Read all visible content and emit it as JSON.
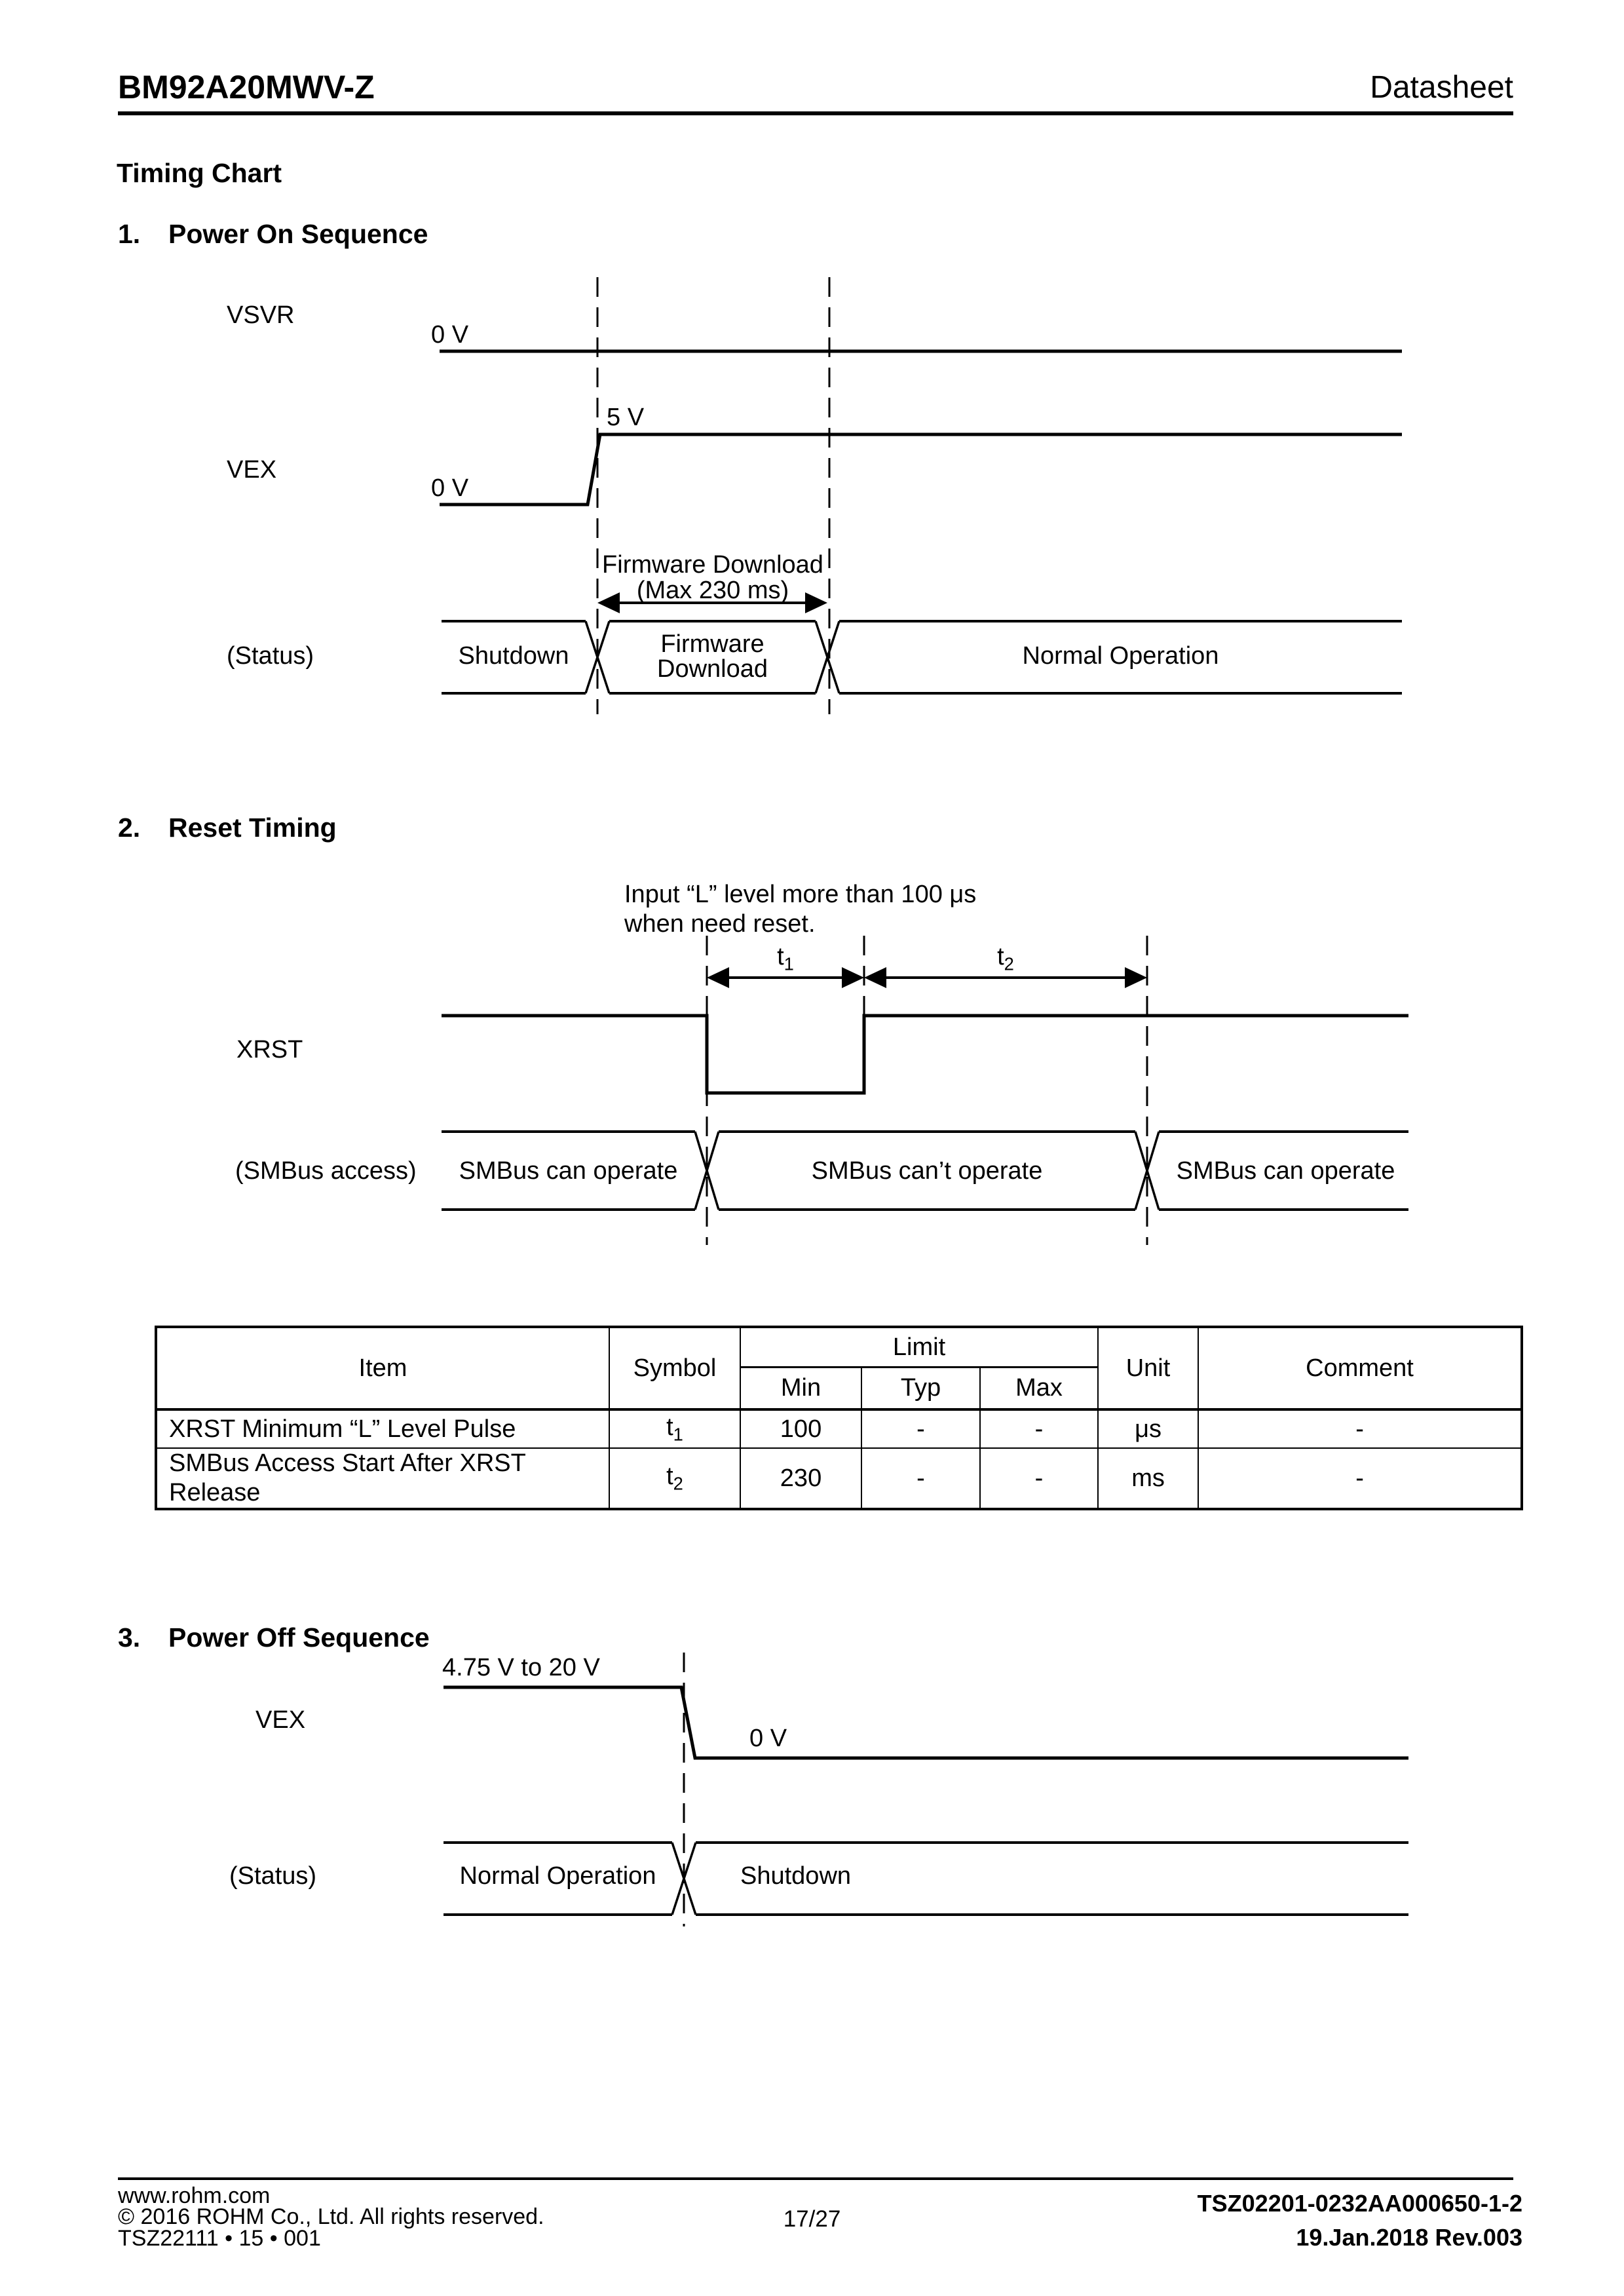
{
  "header": {
    "part_number": "BM92A20MWV-Z",
    "doc_type": "Datasheet"
  },
  "page_title": "Timing Chart",
  "power_on": {
    "section_number": "1.",
    "section_title": "Power On Sequence",
    "vsvr_label": "VSVR",
    "vsvr_level": "0 V",
    "vex_label": "VEX",
    "vex_high_level": "5 V",
    "vex_low_level": "0 V",
    "annotation_line1": "Firmware Download",
    "annotation_line2": "(Max 230 ms)",
    "status_label": "(Status)",
    "phase_shutdown": "Shutdown",
    "phase_fw_line1": "Firmware",
    "phase_fw_line2": "Download",
    "phase_normal": "Normal Operation"
  },
  "reset": {
    "section_number": "2.",
    "section_title": "Reset Timing",
    "note_line1": "Input “L” level more than 100 μs",
    "note_line2": "when need reset.",
    "t1_base": "t",
    "t1_sub": "1",
    "t2_base": "t",
    "t2_sub": "2",
    "xrst_label": "XRST",
    "smbus_label": "(SMBus access)",
    "phase_can_operate_left": "SMBus can operate",
    "phase_cant_operate": "SMBus can’t operate",
    "phase_can_operate_right": "SMBus can operate"
  },
  "table": {
    "headers": {
      "item": "Item",
      "symbol": "Symbol",
      "limit": "Limit",
      "min": "Min",
      "typ": "Typ",
      "max": "Max",
      "unit": "Unit",
      "comment": "Comment"
    },
    "rows": [
      {
        "item": "XRST Minimum “L” Level Pulse",
        "symbol_base": "t",
        "symbol_sub": "1",
        "min": "100",
        "typ": "-",
        "max": "-",
        "unit": "μs",
        "comment": "-"
      },
      {
        "item_line1": "SMBus Access Start After XRST",
        "item_line2": "Release",
        "symbol_base": "t",
        "symbol_sub": "2",
        "min": "230",
        "typ": "-",
        "max": "-",
        "unit": "ms",
        "comment": "-"
      }
    ]
  },
  "power_off": {
    "section_number": "3.",
    "section_title": "Power Off Sequence",
    "vex_range": "4.75 V to 20 V",
    "vex_label": "VEX",
    "vex_low_level": "0 V",
    "status_label": "(Status)",
    "phase_normal": "Normal Operation",
    "phase_shutdown": "Shutdown"
  },
  "footer": {
    "website": "www.rohm.com",
    "copyright": "© 2016 ROHM Co., Ltd. All rights reserved.",
    "doc_code": "TSZ22111 • 15 • 001",
    "page_number": "17/27",
    "doc_number": "TSZ02201-0232AA000650-1-2",
    "revision": "19.Jan.2018 Rev.003"
  }
}
